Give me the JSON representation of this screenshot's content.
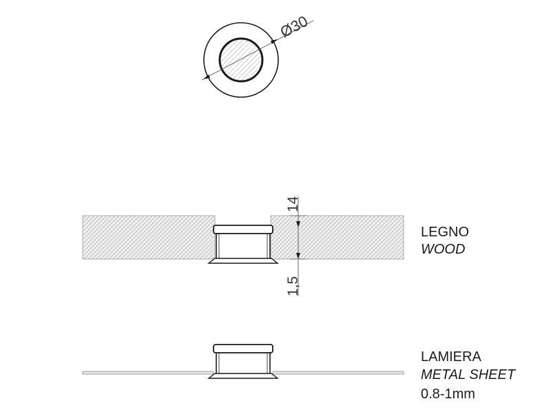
{
  "top_view": {
    "diameter_label": "Ø30"
  },
  "wood_section": {
    "thickness_label": "14",
    "tolerance_label": "1,5",
    "label_it": "LEGNO",
    "label_en": "WOOD"
  },
  "metal_section": {
    "label_it": "LAMIERA",
    "label_en": "METAL SHEET",
    "thickness_range": "0.8-1mm"
  },
  "colors": {
    "line": "#1a1a1a",
    "dimension": "#555555",
    "hatch": "#9a9a9a",
    "panel_fill": "#f2f2f2"
  }
}
